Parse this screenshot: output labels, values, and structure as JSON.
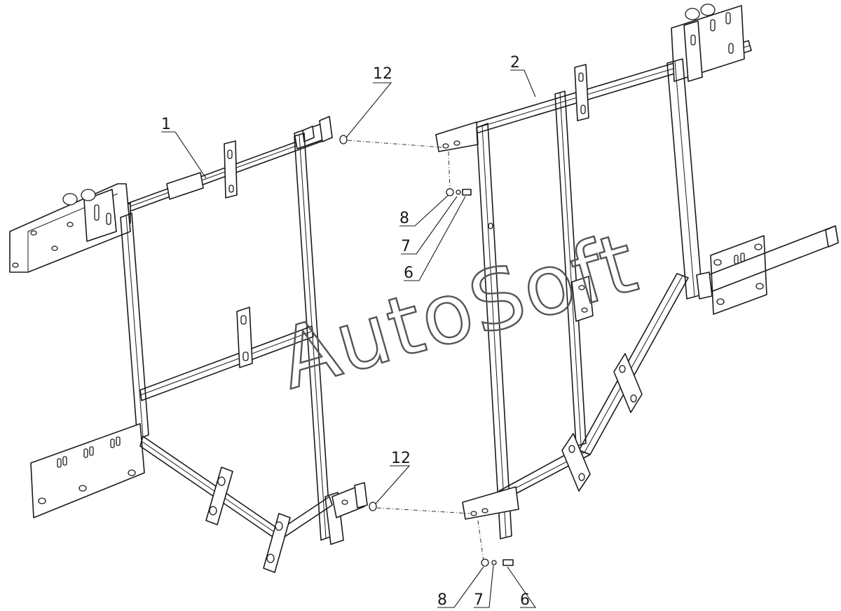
{
  "watermark": "AutoSoft",
  "callouts": {
    "part_1": "1",
    "part_2": "2",
    "part_6_top": "6",
    "part_7_top": "7",
    "part_8_top": "8",
    "part_12_top": "12",
    "part_6_bottom": "6",
    "part_7_bottom": "7",
    "part_8_bottom": "8",
    "part_12_bottom": "12"
  }
}
